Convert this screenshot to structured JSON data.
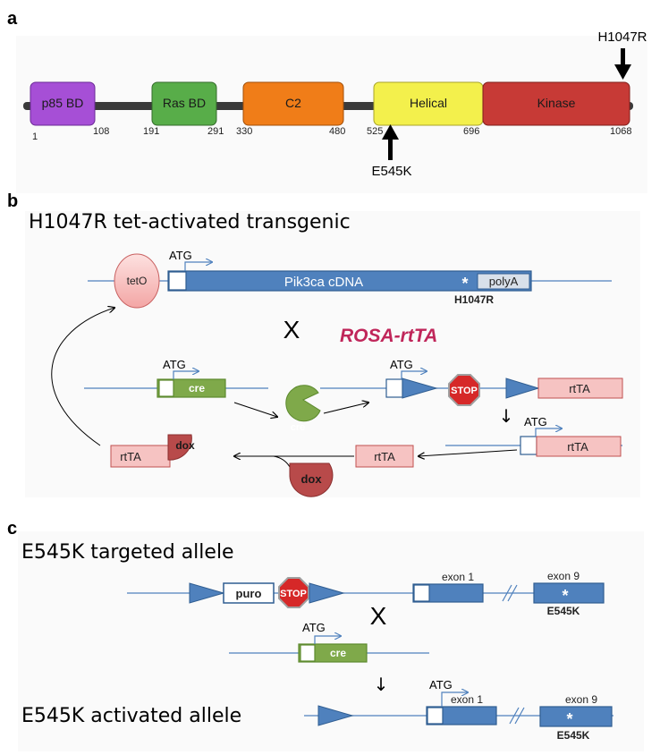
{
  "panel_a": {
    "letter": "a",
    "domains": [
      {
        "label": "p85 BD",
        "color": "#a64fd6"
      },
      {
        "label": "Ras BD",
        "color": "#58ad49"
      },
      {
        "label": "C2",
        "color": "#f07d18"
      },
      {
        "label": "Helical",
        "color": "#f3f04c"
      },
      {
        "label": "Kinase",
        "color": "#c73a36"
      }
    ],
    "positions": [
      "1",
      "108",
      "191",
      "291",
      "330",
      "480",
      "525",
      "696",
      "1068"
    ],
    "mutations": {
      "h1047r": "H1047R",
      "e545k": "E545K"
    }
  },
  "panel_b": {
    "letter": "b",
    "title": "H1047R tet-activated transgenic",
    "teto": "tetO",
    "atg": "ATG",
    "cdna": "Pik3ca cDNA",
    "star": "*",
    "polya": "polyA",
    "mutation": "H1047R",
    "cross": "X",
    "rosa": "ROSA-rtTA",
    "cre": "cre",
    "stop": "STOP",
    "rtta": "rtTA",
    "dox": "dox",
    "down_arrow": "↓"
  },
  "panel_c": {
    "letter": "c",
    "title_targeted": "E545K targeted allele",
    "title_activated": "E545K activated allele",
    "puro": "puro",
    "stop": "STOP",
    "exon1": "exon 1",
    "exon9": "exon 9",
    "star": "*",
    "mutation": "E545K",
    "cross": "X",
    "atg": "ATG",
    "cre": "cre",
    "down_arrow": "↓"
  },
  "colors": {
    "blue": "#4f81bd",
    "blue_dark": "#2f5d91",
    "line": "#5b8ac6",
    "pink": "#f6c3c2",
    "pink_border": "#c05050",
    "green": "#7fa94a",
    "green_border": "#5d8a2e",
    "stop_red": "#d62828",
    "dox_red": "#b84a4a",
    "rosa": "#c0265a"
  }
}
